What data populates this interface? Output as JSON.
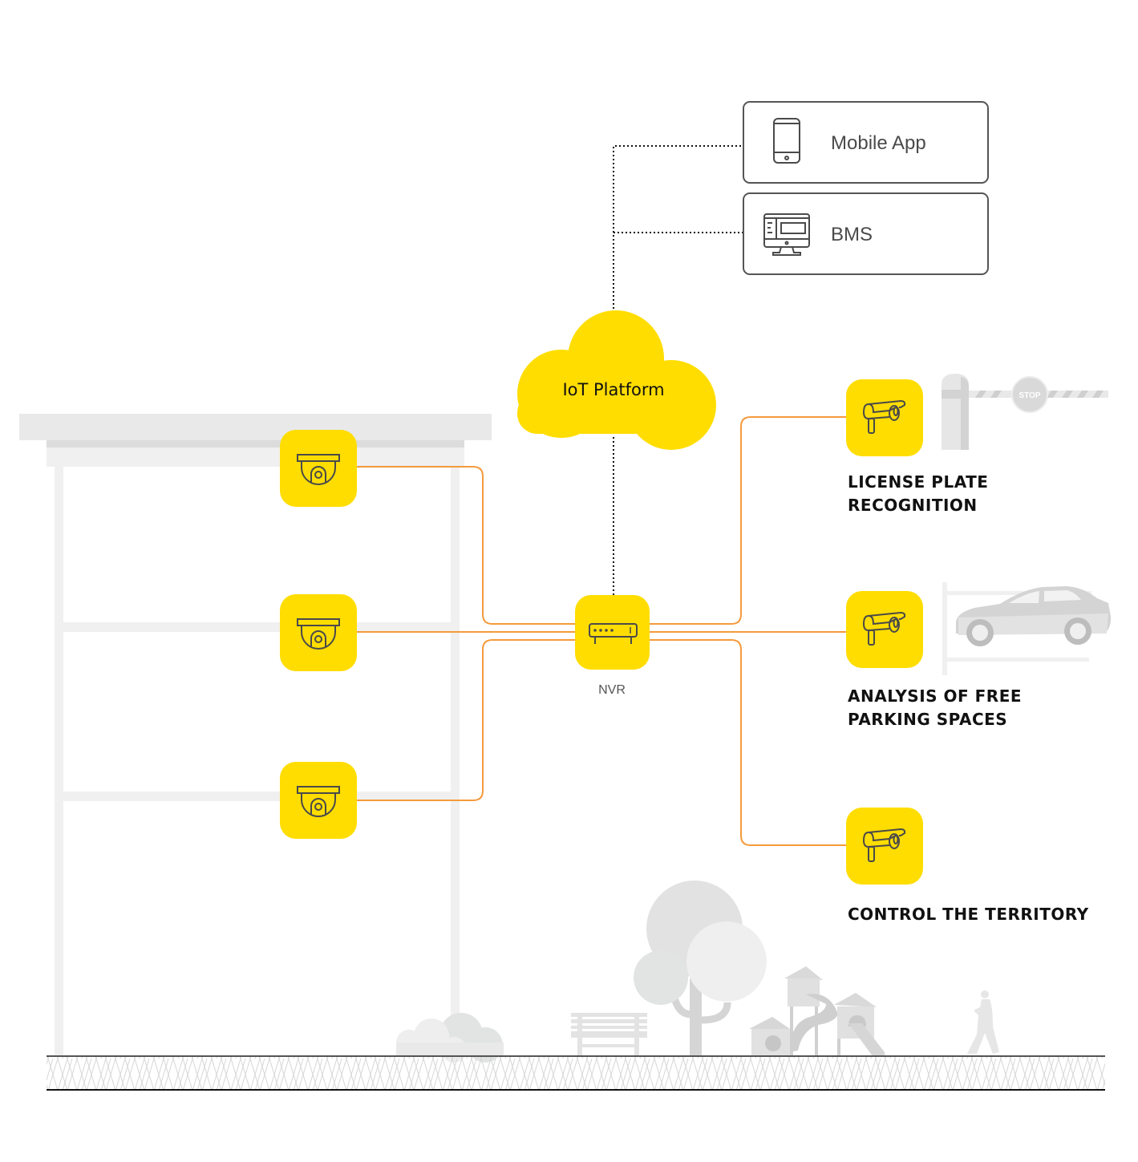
{
  "diagram": {
    "colors": {
      "accent_yellow": "#FFDD00",
      "wire_orange": "#F59A3C",
      "icon_stroke": "#4a4a4a",
      "box_border": "#555555",
      "scenery_gray": "#e3e4e4",
      "ground_line": "#333333"
    },
    "clients": [
      {
        "label": "Mobile App",
        "icon": "smartphone-icon"
      },
      {
        "label": "BMS",
        "icon": "monitor-icon"
      }
    ],
    "cloud": {
      "label": "IoT Platform",
      "icon": "cloud-icon"
    },
    "nvr": {
      "label": "NVR",
      "icon": "nvr-recorder-icon"
    },
    "dome_cameras": [
      {
        "icon": "dome-camera-icon",
        "floor": "top"
      },
      {
        "icon": "dome-camera-icon",
        "floor": "middle"
      },
      {
        "icon": "dome-camera-icon",
        "floor": "bottom"
      }
    ],
    "features": [
      {
        "line1": "LICENSE PLATE",
        "line2": "RECOGNITION",
        "icon": "bullet-camera-icon",
        "illustration": "barrier-gate"
      },
      {
        "line1": "ANALYSIS OF FREE",
        "line2": "PARKING SPACES",
        "icon": "bullet-camera-icon",
        "illustration": "parked-car"
      },
      {
        "line1": "CONTROL THE TERRITORY",
        "line2": "",
        "icon": "bullet-camera-icon",
        "illustration": "park-scene"
      }
    ],
    "barrier_sign": "STOP",
    "connections": [
      {
        "from": "dome-camera-1",
        "to": "NVR",
        "style": "solid-orange"
      },
      {
        "from": "dome-camera-2",
        "to": "NVR",
        "style": "solid-orange"
      },
      {
        "from": "dome-camera-3",
        "to": "NVR",
        "style": "solid-orange"
      },
      {
        "from": "NVR",
        "to": "bullet-camera-1",
        "style": "solid-orange"
      },
      {
        "from": "NVR",
        "to": "bullet-camera-2",
        "style": "solid-orange"
      },
      {
        "from": "NVR",
        "to": "bullet-camera-3",
        "style": "solid-orange"
      },
      {
        "from": "NVR",
        "to": "IoT Platform",
        "style": "dotted-black"
      },
      {
        "from": "IoT Platform",
        "to": "Mobile App",
        "style": "dotted-black"
      },
      {
        "from": "IoT Platform",
        "to": "BMS",
        "style": "dotted-black"
      }
    ]
  }
}
